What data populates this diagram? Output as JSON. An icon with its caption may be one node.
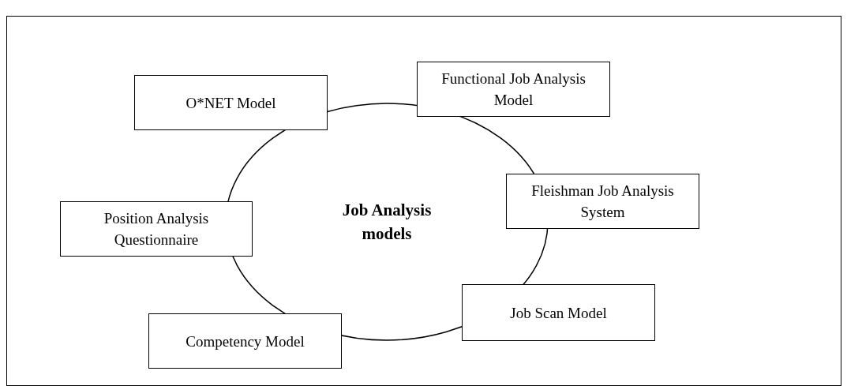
{
  "diagram": {
    "nodes": [
      {
        "text": [
          "O*NET Model"
        ]
      },
      {
        "text": [
          "Functional Job Analysis Model"
        ]
      },
      {
        "text": [
          "Fleishman Job Analysis System"
        ]
      },
      {
        "text": [
          "Position Analysis Questionnaire"
        ]
      },
      {
        "text": [
          "Job Analysis models"
        ]
      },
      {
        "text": [
          "Competency Model"
        ]
      },
      {
        "text": [
          "Job Scan Model"
        ]
      }
    ]
  }
}
